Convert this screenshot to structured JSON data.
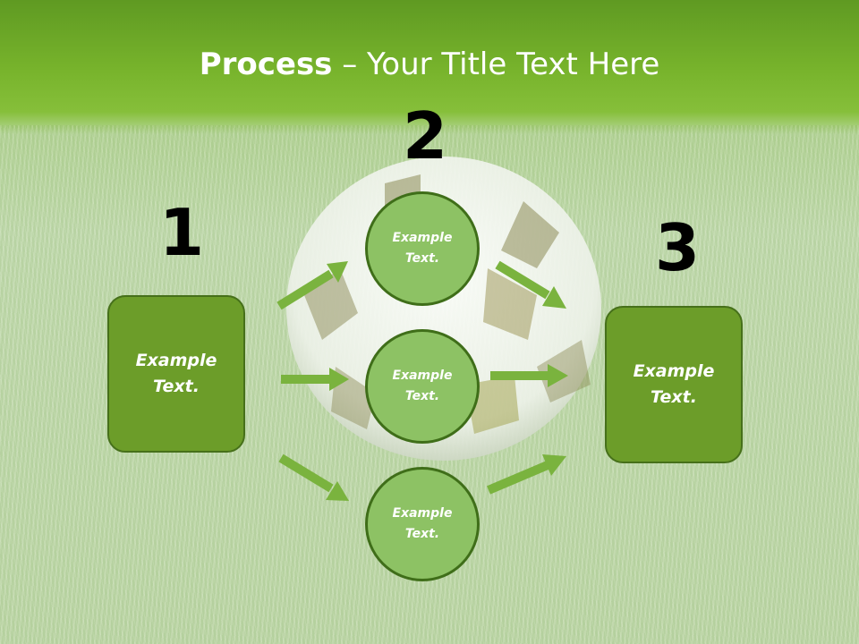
{
  "title": {
    "bold": "Process",
    "rest": " – Your Title Text Here"
  },
  "steps": [
    {
      "number": "1",
      "text_line1": "Example",
      "text_line2": "Text."
    },
    {
      "number": "2"
    },
    {
      "number": "3",
      "text_line1": "Example",
      "text_line2": "Text."
    }
  ],
  "circles": [
    {
      "line1": "Example",
      "line2": "Text."
    },
    {
      "line1": "Example",
      "line2": "Text."
    },
    {
      "line1": "Example",
      "line2": "Text."
    }
  ],
  "colors": {
    "box_fill": "#6c9d29",
    "circle_fill": "#8dc264",
    "arrow": "#7ab33e",
    "header": "#78b42c"
  }
}
